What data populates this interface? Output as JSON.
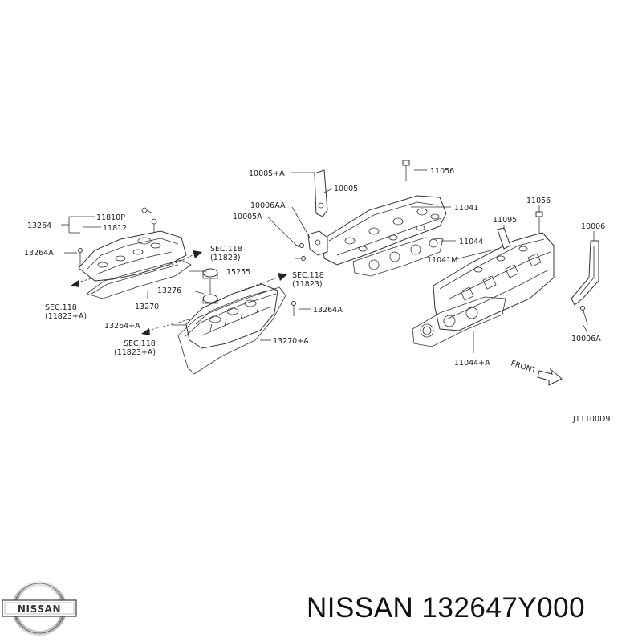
{
  "diagram": {
    "figure_code": "J11100D9",
    "front_label": "FRONT",
    "labels": {
      "p10005A": "10005+A",
      "p10005": "10005",
      "p11056a": "11056",
      "p10006AA": "10006AA",
      "p10005Aa": "10005A",
      "p11041": "11041",
      "p11044": "11044",
      "p11041M": "11041M",
      "p11095": "11095",
      "p11056b": "11056",
      "p10006": "10006",
      "p10006A": "10006A",
      "p11044A": "11044+A",
      "p13264": "13264",
      "p11810P": "11810P",
      "p11812": "11812",
      "p13264Aa": "13264A",
      "sec1a": "SEC.118",
      "sec1b": "(11823)",
      "p15255": "15255",
      "p13276": "13276",
      "sec2a": "SEC.118",
      "sec2b": "(11823)",
      "sec3a": "SEC.118",
      "sec3b": "(11823+A)",
      "p13270": "13270",
      "p13264Ab": "13264A",
      "p13264pA": "13264+A",
      "sec4a": "SEC.118",
      "sec4b": "(11823+A)",
      "p13270A": "13270+A"
    }
  },
  "footer": {
    "brand_logo": "NISSAN",
    "title": "NISSAN 132647Y000"
  }
}
